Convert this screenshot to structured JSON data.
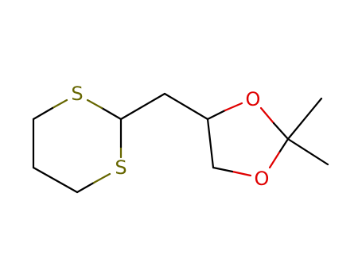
{
  "colors": {
    "background": "#FFFFFF",
    "carbon_bond": "#000000",
    "sulfur": "#666600",
    "oxygen": "#E00000"
  },
  "atoms": [
    {
      "id": "S1",
      "symbol": "S",
      "color": "#666600"
    },
    {
      "id": "S2",
      "symbol": "S",
      "color": "#666600"
    },
    {
      "id": "O1",
      "symbol": "O",
      "color": "#E00000"
    },
    {
      "id": "O2",
      "symbol": "O",
      "color": "#E00000"
    }
  ]
}
